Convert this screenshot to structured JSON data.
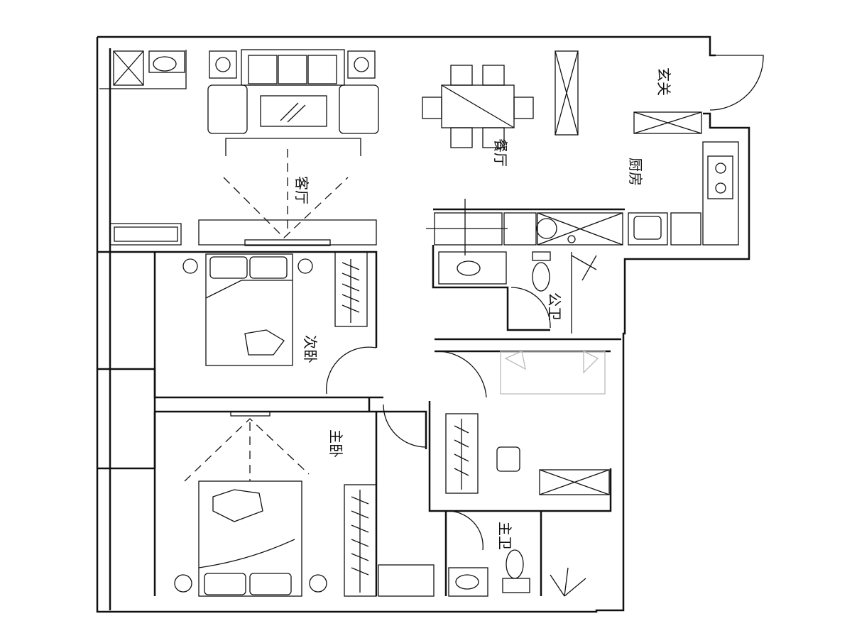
{
  "rooms": {
    "entry": "玄关",
    "dining": "餐厅",
    "kitchen": "厨房",
    "living": "客厅",
    "second_bedroom": "次卧",
    "public_bath": "公卫",
    "master_bedroom": "主卧",
    "master_bath": "主卫"
  }
}
